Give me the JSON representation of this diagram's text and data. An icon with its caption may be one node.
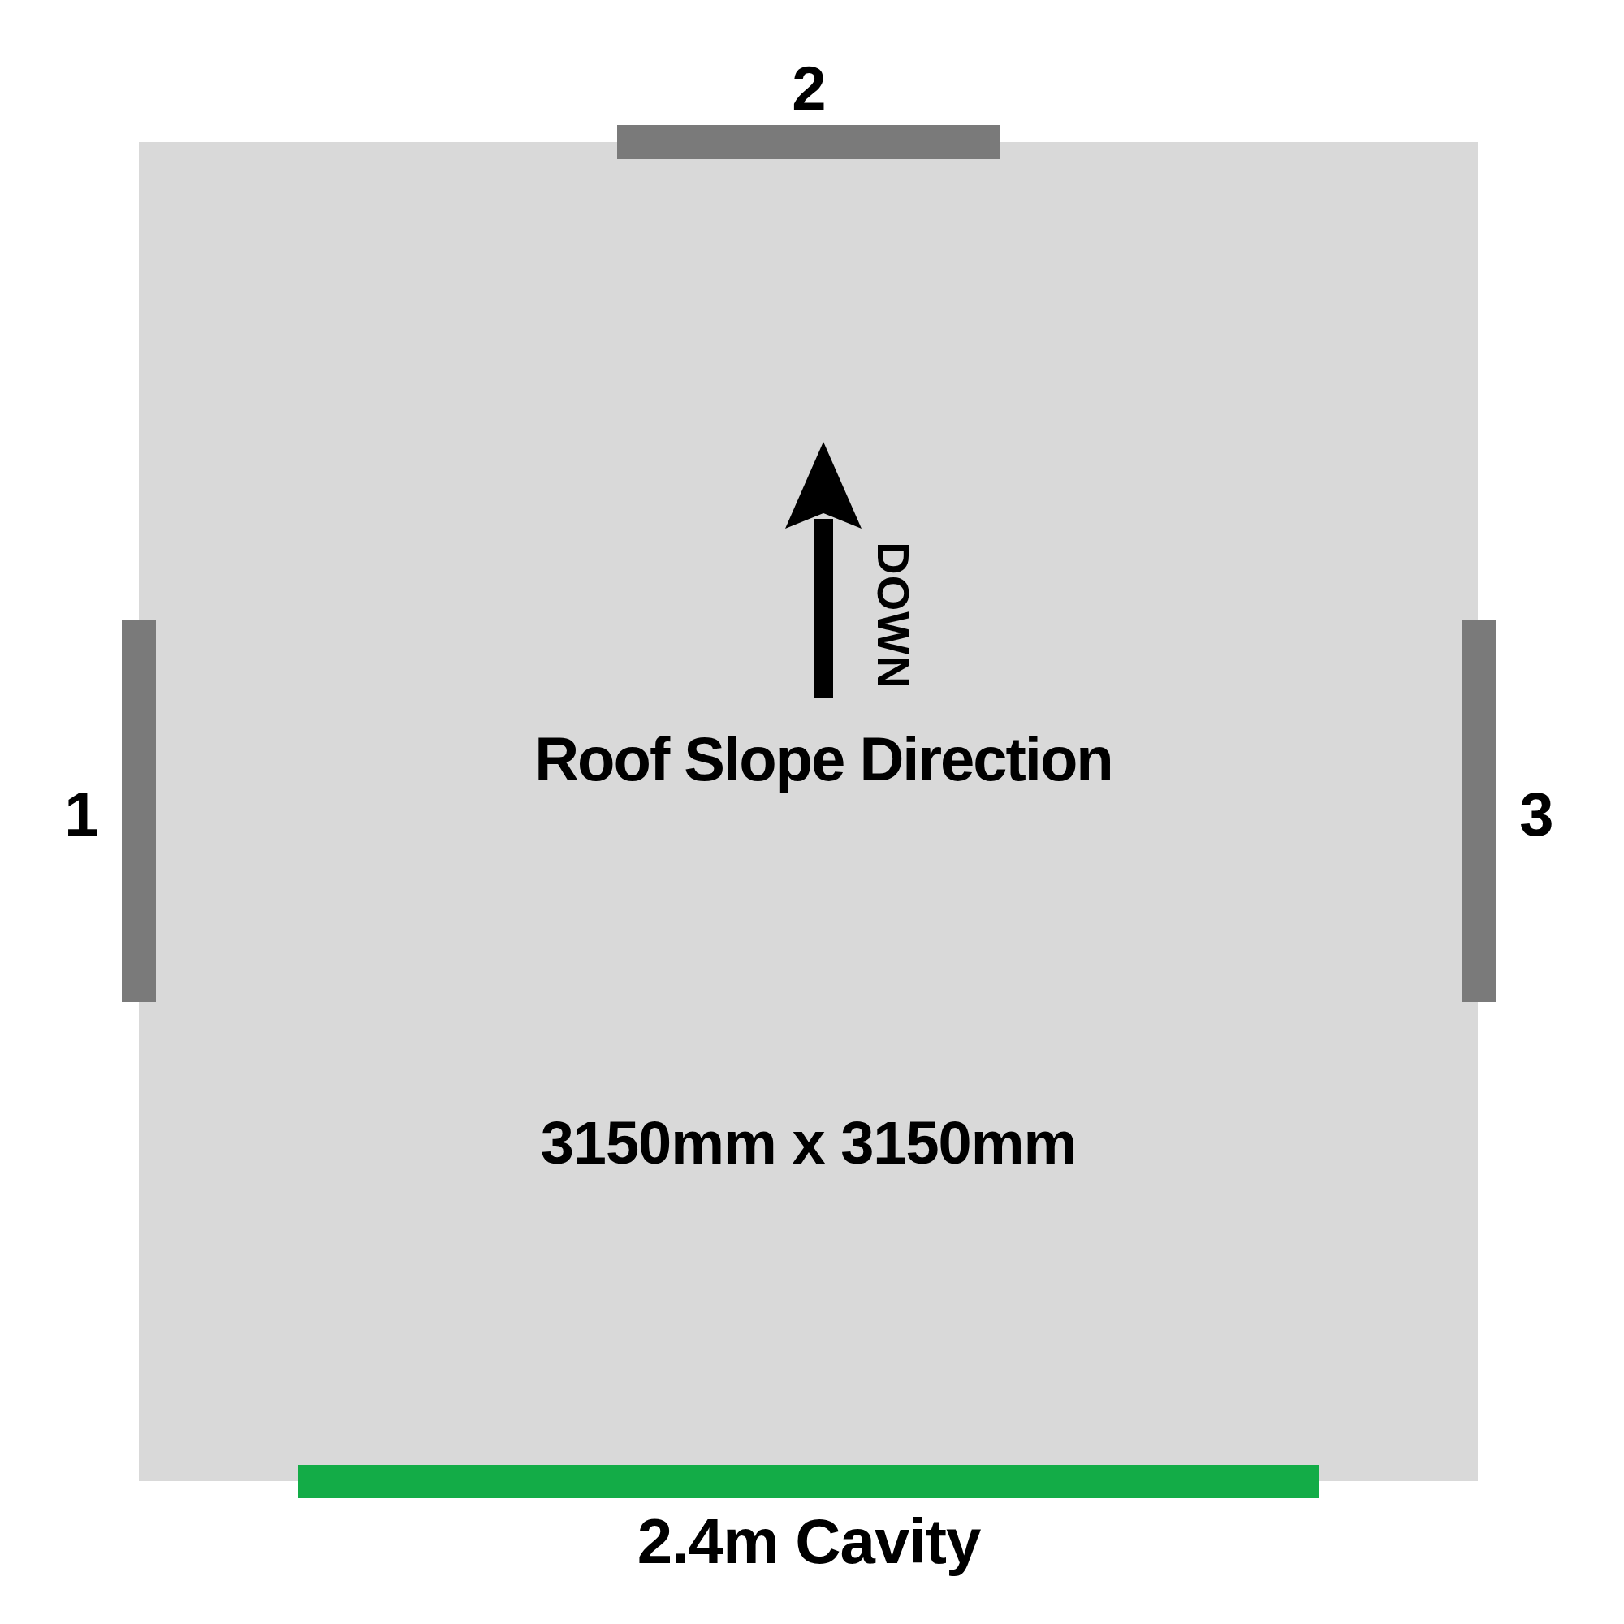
{
  "diagram": {
    "nodes": [
      {
        "text": [
          "3150mm x 3150mm"
        ]
      },
      {
        "text": [],
        "shape": "bar",
        "beside": [
          "1"
        ]
      },
      {
        "text": [],
        "shape": "bar",
        "beside": [
          "2"
        ]
      },
      {
        "text": [],
        "shape": "bar",
        "beside": [
          "3"
        ]
      },
      {
        "text": [],
        "shape": "bar",
        "beside": [
          "2.4m Cavity"
        ]
      }
    ],
    "edges": [],
    "labels": [
      "DOWN",
      "Roof Slope Direction"
    ]
  }
}
